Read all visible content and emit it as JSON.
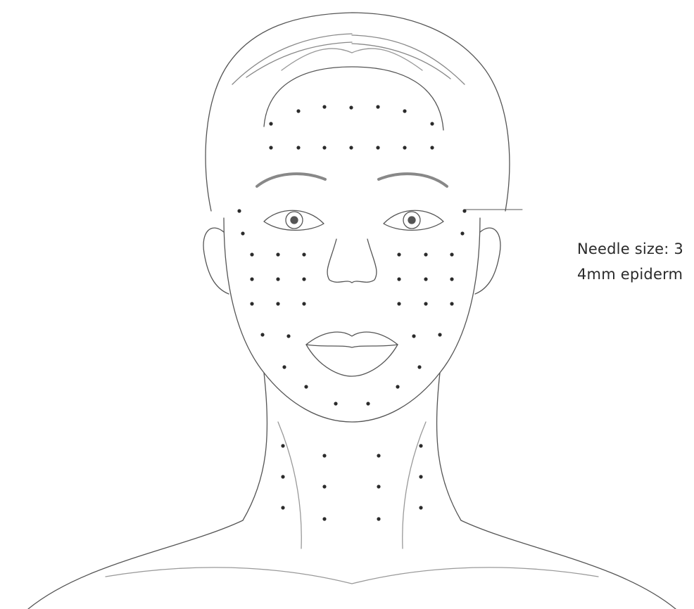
{
  "annotation": {
    "line1": "Needle size: 3",
    "line2": "4mm epiderm"
  },
  "colors": {
    "line": "#555555",
    "dot": "#2b2b2b",
    "text": "#2a2a2a"
  },
  "figure": {
    "subject": "face-and-neck-line-drawing",
    "marker_style": "dot"
  }
}
